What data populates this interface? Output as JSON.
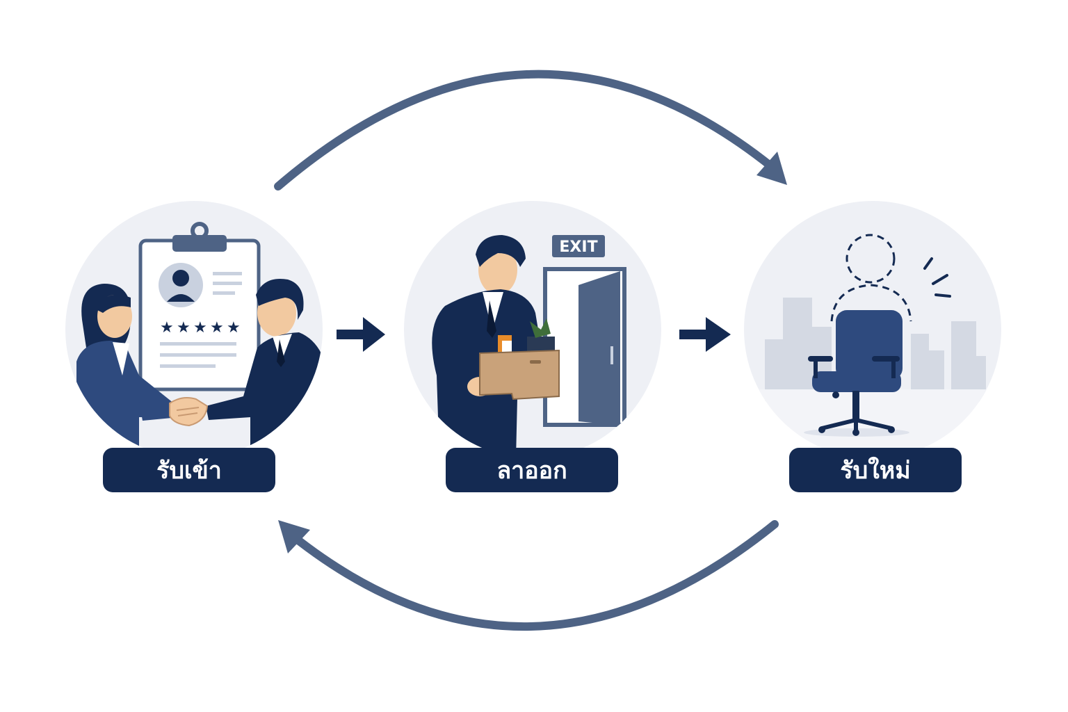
{
  "stages": [
    {
      "id": "hire",
      "label": "รับเข้า"
    },
    {
      "id": "resign",
      "label": "ลาออก"
    },
    {
      "id": "rehire",
      "label": "รับใหม่"
    }
  ],
  "exit_sign": "EXIT",
  "rating_stars": 5,
  "colors": {
    "navy": "#142a52",
    "arrow": "#4e6385",
    "circle_bg": "#eef0f5",
    "box": "#c9a27a"
  }
}
